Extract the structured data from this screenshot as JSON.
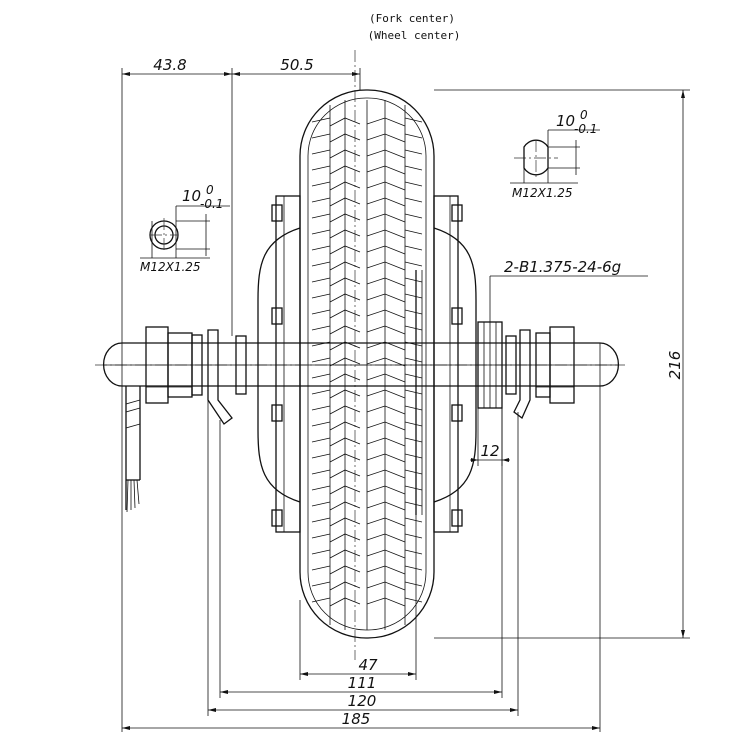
{
  "notes": {
    "fork_center": "(Fork center)",
    "wheel_center": "(Wheel center)"
  },
  "dimensions": {
    "d_43_8": "43.8",
    "d_50_5": "50.5",
    "d_216": "216",
    "d_12": "12",
    "d_47": "47",
    "d_111": "111",
    "d_120": "120",
    "d_185": "185"
  },
  "callouts": {
    "left_width": "10",
    "left_tol_upper": "0",
    "left_tol_lower": "-0.1",
    "left_thread": "M12X1.25",
    "right_width": "10",
    "right_tol_upper": "0",
    "right_tol_lower": "-0.1",
    "right_thread": "M12X1.25",
    "freewheel_thread": "2-B1.375-24-6g"
  }
}
